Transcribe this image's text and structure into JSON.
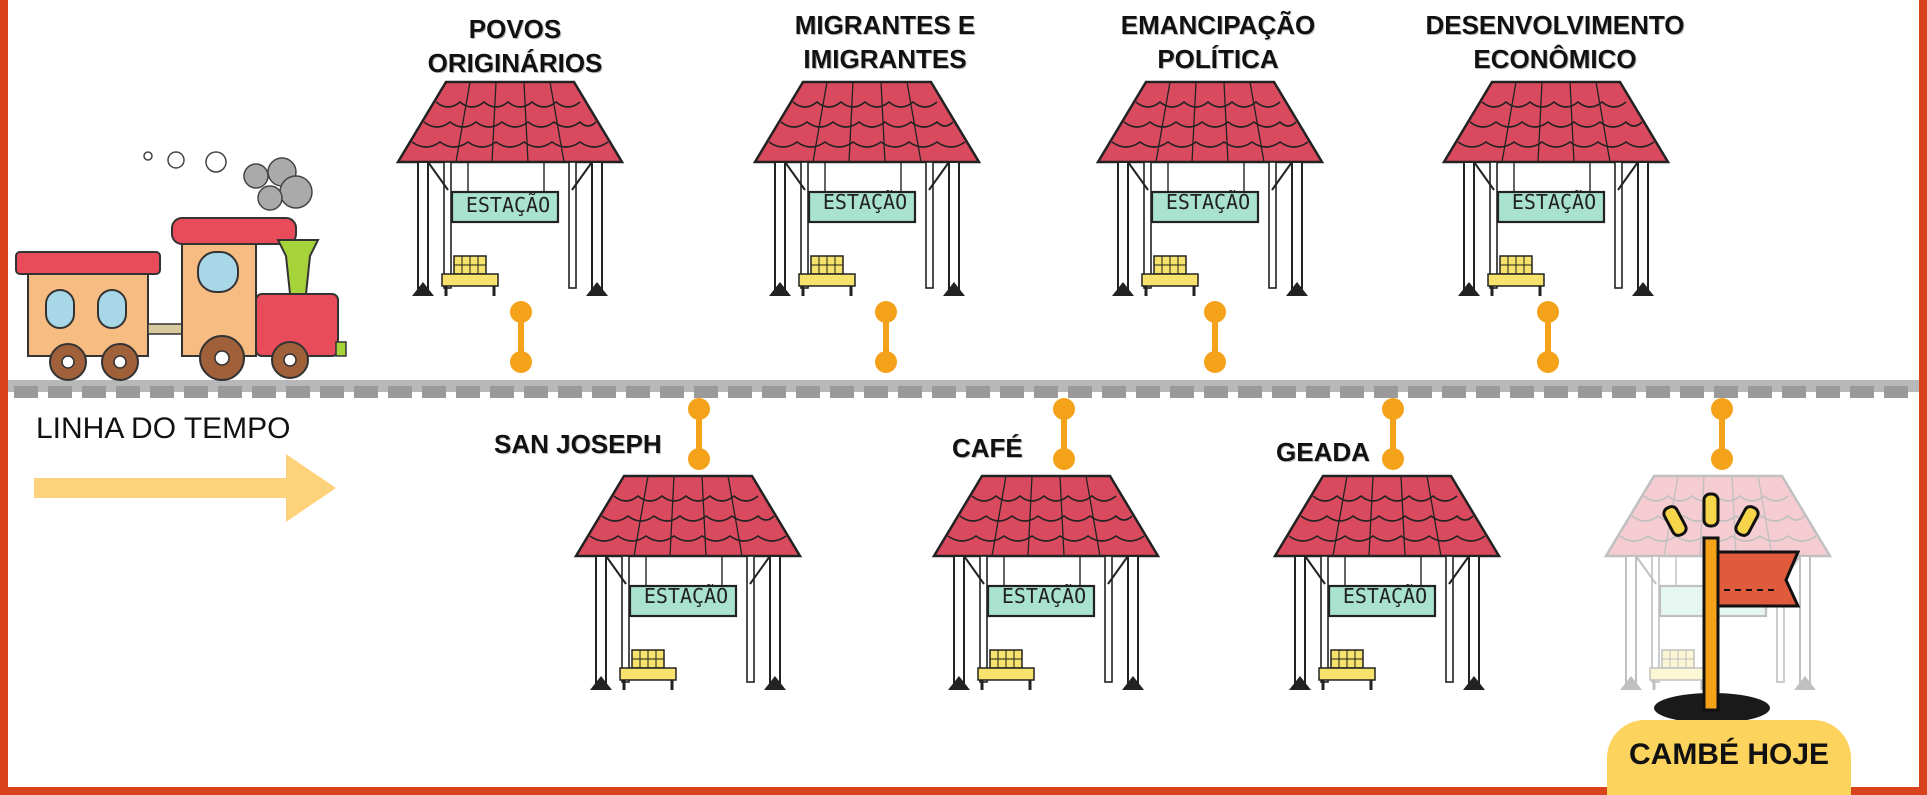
{
  "timeline": {
    "label": "LINHA DO TEMPO",
    "station_sign": "ESTAÇÃO",
    "stations_top": [
      {
        "label": "POVOS\nORIGINÁRIOS"
      },
      {
        "label": "MIGRANTES E\nIMIGRANTES"
      },
      {
        "label": "EMANCIPAÇÃO\nPOLÍTICA"
      },
      {
        "label": "DESENVOLVIMENTO\nECONÔMICO"
      }
    ],
    "stations_bottom": [
      {
        "label": "SAN JOSEPH"
      },
      {
        "label": "CAFÉ"
      },
      {
        "label": "GEADA"
      }
    ],
    "final": {
      "label": "CAMBÉ HOJE"
    }
  },
  "colors": {
    "frame": "#d8431b",
    "roof": "#d94a5f",
    "sign": "#a9e3cf",
    "connector": "#f5a21b",
    "arrow": "#fdd27a",
    "pill": "#fcd35c",
    "flag": "#e05a3c"
  }
}
